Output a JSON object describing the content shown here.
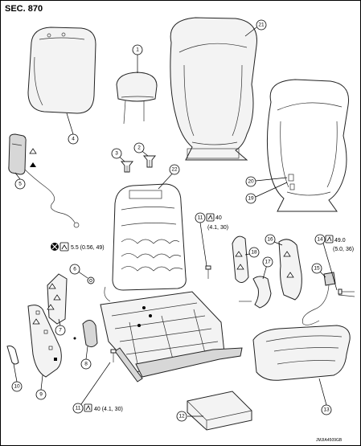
{
  "header": {
    "section": "SEC. 870"
  },
  "callouts": [
    {
      "id": "1",
      "label": "1"
    },
    {
      "id": "2",
      "label": "2"
    },
    {
      "id": "3",
      "label": "3"
    },
    {
      "id": "4",
      "label": "4"
    },
    {
      "id": "5",
      "label": "5"
    },
    {
      "id": "6",
      "label": "6"
    },
    {
      "id": "7",
      "label": "7"
    },
    {
      "id": "8",
      "label": "8"
    },
    {
      "id": "9",
      "label": "9"
    },
    {
      "id": "10",
      "label": "10"
    },
    {
      "id": "11a",
      "label": "11"
    },
    {
      "id": "11b",
      "label": "11"
    },
    {
      "id": "12",
      "label": "12"
    },
    {
      "id": "13",
      "label": "13"
    },
    {
      "id": "14",
      "label": "14"
    },
    {
      "id": "15",
      "label": "15"
    },
    {
      "id": "16",
      "label": "16"
    },
    {
      "id": "17",
      "label": "17"
    },
    {
      "id": "18",
      "label": "18"
    },
    {
      "id": "19",
      "label": "19"
    },
    {
      "id": "20",
      "label": "20"
    },
    {
      "id": "21",
      "label": "21"
    },
    {
      "id": "22",
      "label": "22"
    }
  ],
  "torques": {
    "t1_line1": "40",
    "t1_line2": "(4.1, 30)",
    "t2_line1": "5.5 (0.56, 49)",
    "t3_line1": "49.0",
    "t3_line2": "(5.0, 36)",
    "t4_line1": "40 (4.1, 30)"
  },
  "footer": {
    "ref_code": "JMJIA4509GB"
  }
}
